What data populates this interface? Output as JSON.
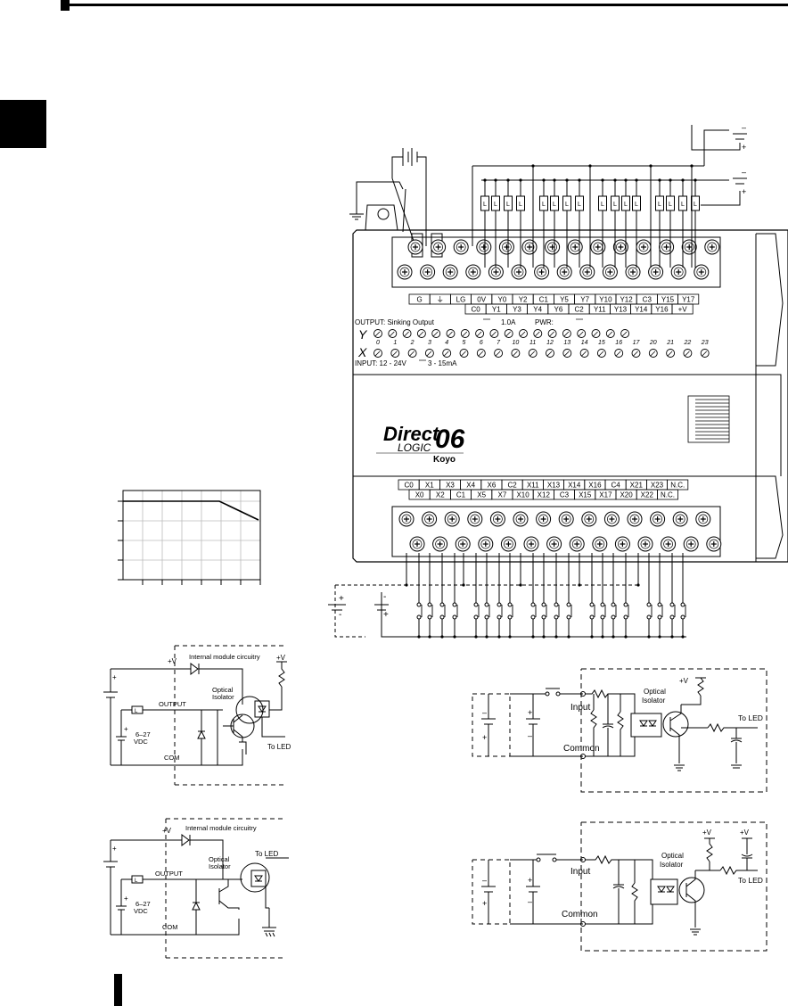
{
  "plc": {
    "brand_direct": "Direct",
    "brand_logic": "LOGIC",
    "brand_model": "06",
    "brand_maker": "Koyo",
    "output_label": "OUTPUT: Sinking Output",
    "output_current": "1.0A",
    "output_pwr": "PWR:",
    "input_label": "INPUT: 12 - 24V",
    "input_current": "3 - 15mA",
    "y_letter": "Y",
    "x_letter": "X",
    "led_numbers": [
      "0",
      "1",
      "2",
      "3",
      "4",
      "5",
      "6",
      "7",
      "10",
      "11",
      "12",
      "13",
      "14",
      "15",
      "16",
      "17",
      "20",
      "21",
      "22",
      "23"
    ],
    "top_labels_row1": [
      "G",
      "⏚",
      "LG",
      "0V",
      "Y0",
      "Y2",
      "C1",
      "Y5",
      "Y7",
      "Y10",
      "Y12",
      "C3",
      "Y15",
      "Y17"
    ],
    "top_labels_row2": [
      "C0",
      "Y1",
      "Y3",
      "Y4",
      "Y6",
      "C2",
      "Y11",
      "Y13",
      "Y14",
      "Y16",
      "+V"
    ],
    "bottom_labels_row1": [
      "C0",
      "X1",
      "X3",
      "X4",
      "X6",
      "C2",
      "X11",
      "X13",
      "X14",
      "X16",
      "C4",
      "X21",
      "X23",
      "N.C."
    ],
    "bottom_labels_row2": [
      "X0",
      "X2",
      "C1",
      "X5",
      "X7",
      "X10",
      "X12",
      "C3",
      "X15",
      "X17",
      "X20",
      "X22",
      "N.C."
    ]
  },
  "sinking_output_circuit": {
    "plus_v": "+V",
    "internal": "Internal module circuitry",
    "plus_v_top": "+V",
    "optical": "Optical",
    "isolator": "Isolator",
    "output": "OUTPUT",
    "vdc_range": "6–27",
    "vdc": "VDC",
    "com": "COM",
    "to_led": "To LED",
    "load": "L",
    "plus": "+"
  },
  "sourcing_output_circuit": {
    "plus_v": "+V",
    "internal": "Internal module circuitry",
    "optical": "Optical",
    "isolator": "Isolator",
    "output": "OUTPUT",
    "vdc_range": "6–27",
    "vdc": "VDC",
    "com": "COM",
    "to_led": "To LED",
    "load": "L",
    "plus": "+"
  },
  "input_circuit_1": {
    "plus_v": "+V",
    "optical": "Optical",
    "isolator": "Isolator",
    "input": "Input",
    "common": "Common",
    "to_led": "To LED"
  },
  "input_circuit_2": {
    "plus_v_1": "+V",
    "plus_v_2": "+V",
    "optical": "Optical",
    "isolator": "Isolator",
    "input": "Input",
    "common": "Common",
    "to_led": "To LED"
  },
  "load_label": "L",
  "colors": {
    "ink": "#000000",
    "grid": "#bbbbbb",
    "tab": "#000000"
  }
}
